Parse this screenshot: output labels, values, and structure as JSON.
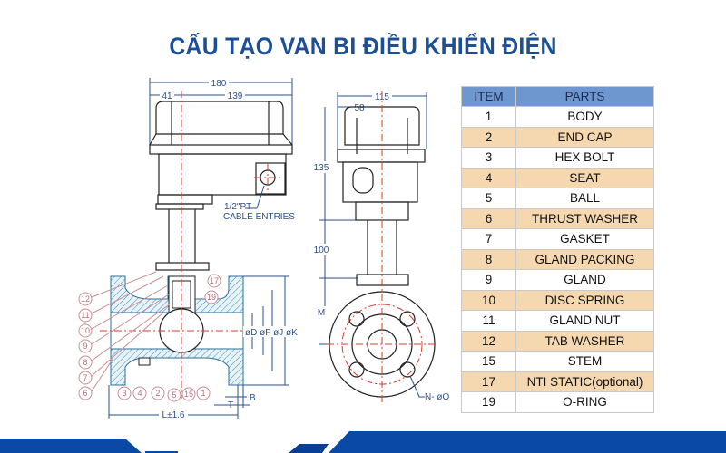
{
  "title": "CẤU TẠO VAN BI ĐIỀU KHIỂN ĐIỆN",
  "table": {
    "headers": [
      "ITEM",
      "PARTS"
    ],
    "rows": [
      {
        "item": "1",
        "part": "BODY"
      },
      {
        "item": "2",
        "part": "END CAP"
      },
      {
        "item": "3",
        "part": "HEX BOLT"
      },
      {
        "item": "4",
        "part": "SEAT"
      },
      {
        "item": "5",
        "part": "BALL"
      },
      {
        "item": "6",
        "part": "THRUST WASHER"
      },
      {
        "item": "7",
        "part": "GASKET"
      },
      {
        "item": "8",
        "part": "GLAND PACKING"
      },
      {
        "item": "9",
        "part": "GLAND"
      },
      {
        "item": "10",
        "part": "DISC SPRING"
      },
      {
        "item": "11",
        "part": "GLAND NUT"
      },
      {
        "item": "12",
        "part": "TAB WASHER"
      },
      {
        "item": "15",
        "part": "STEM"
      },
      {
        "item": "17",
        "part": "NTI STATIC(optional)"
      },
      {
        "item": "19",
        "part": "O-RING"
      }
    ]
  },
  "front_view": {
    "dim_total": "180",
    "dim_left": "41",
    "dim_right": "139",
    "cable_label_1": "1/2\"PT",
    "cable_label_2": "CABLE ENTRIES",
    "dim_diameters": "øD øF øJ øK",
    "dim_b": "B",
    "dim_t": "T",
    "dim_l": "L±1.6",
    "callouts_left": [
      "12",
      "11",
      "10",
      "9",
      "8",
      "7",
      "6"
    ],
    "callouts_bottom": [
      "3",
      "4",
      "2",
      "5",
      "15",
      "1"
    ],
    "callouts_right": [
      "17",
      "19"
    ]
  },
  "side_view": {
    "dim_width": "115",
    "dim_half": "58",
    "dim_height": "135",
    "dim_neck": "100",
    "dim_m": "M",
    "bolt_label": "N- øO"
  },
  "colors": {
    "title": "#1c4f95",
    "header": "#6f97cf",
    "row_alt": "#f5d8b0",
    "footer": "#0a4aa6"
  }
}
